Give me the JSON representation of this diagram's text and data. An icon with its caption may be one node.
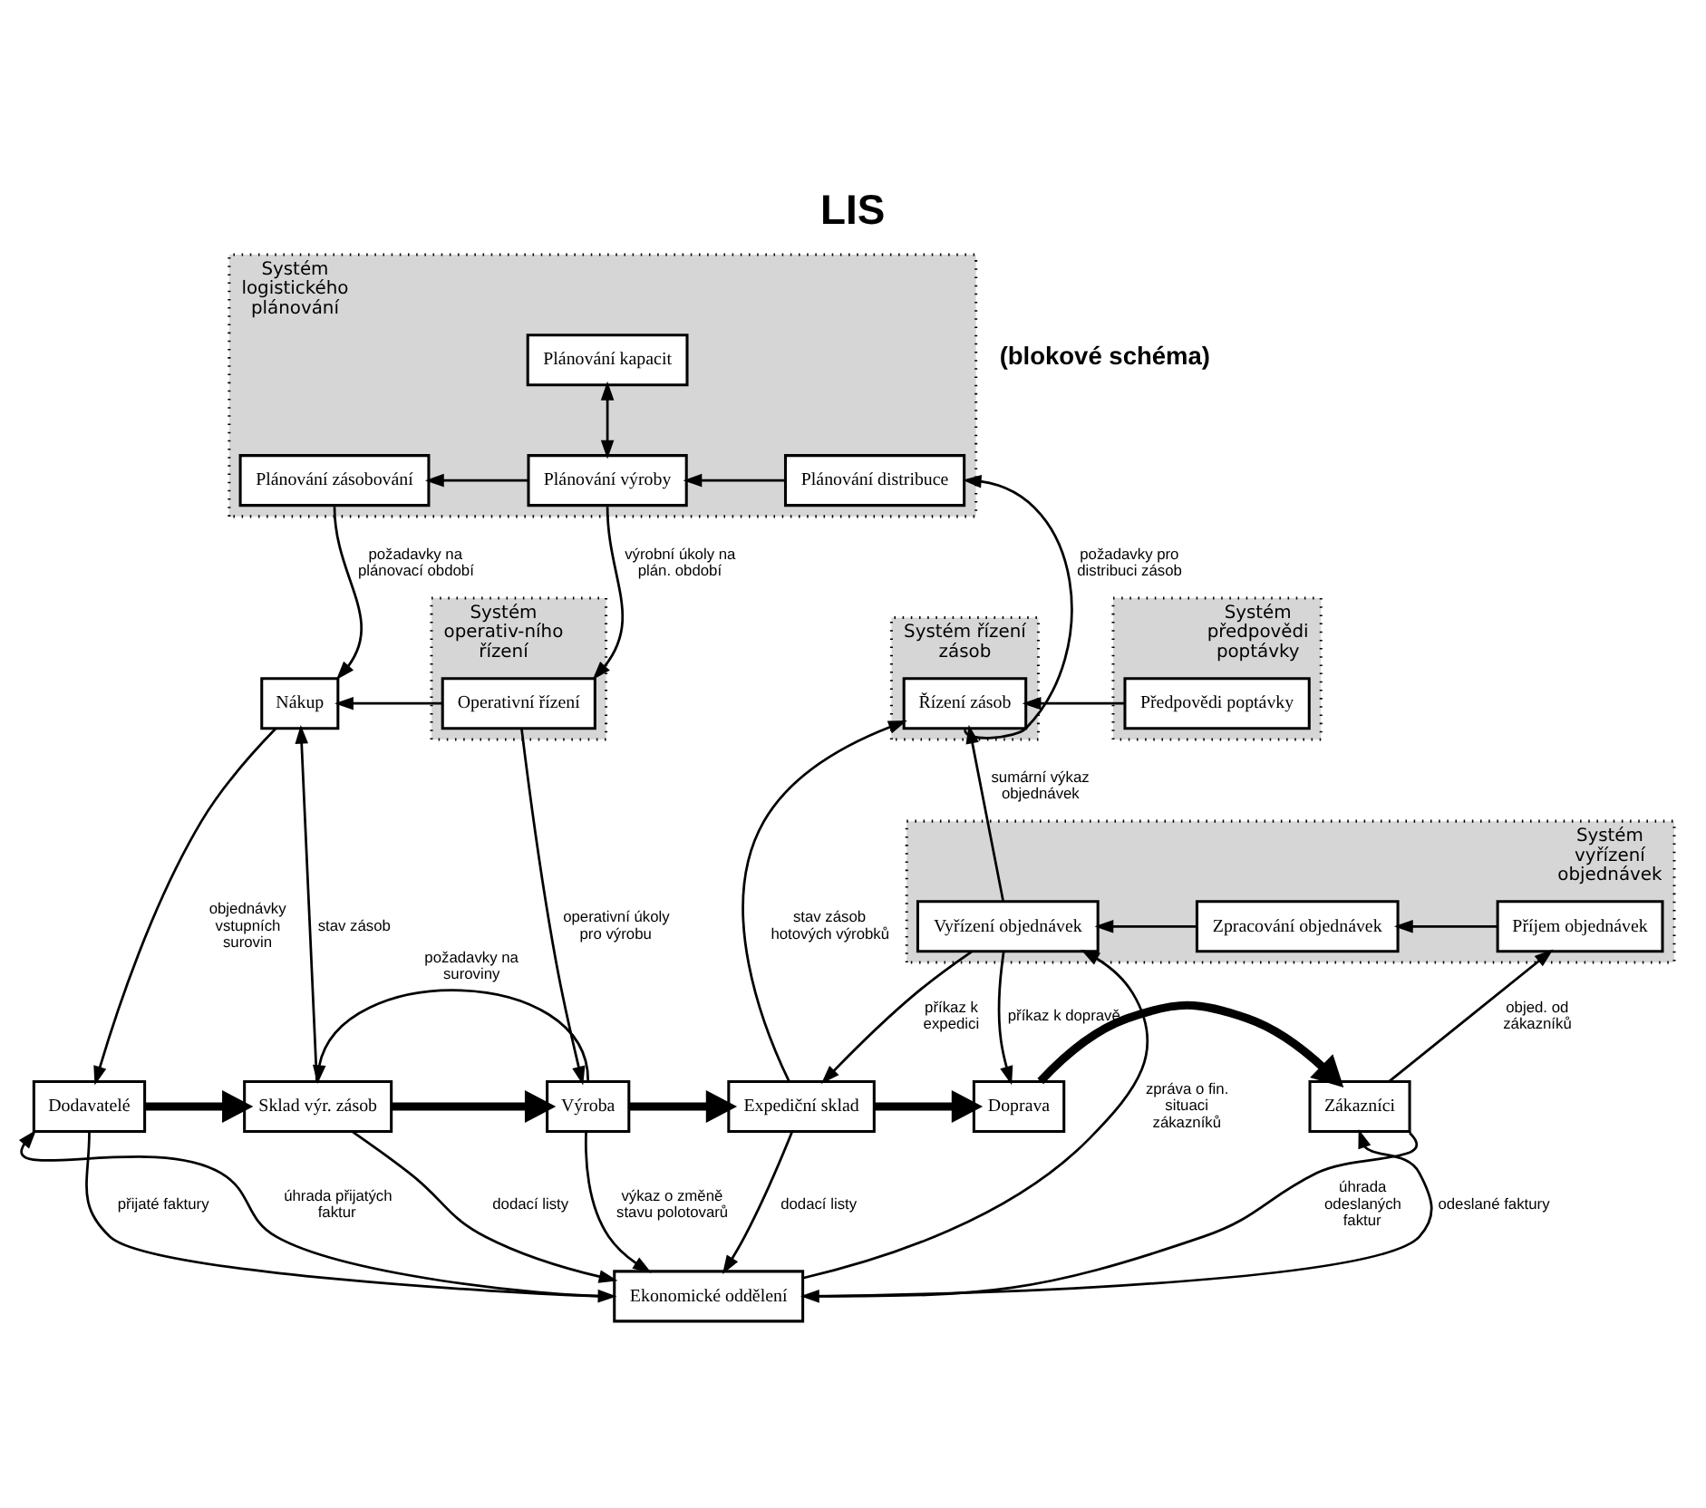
{
  "diagram": {
    "title": "LIS",
    "nodes": [
      {
        "text": [
          "Systém logistického plánování"
        ]
      },
      {
        "text": [
          "Plánování kapacit"
        ],
        "in": 0
      },
      {
        "text": [
          "Plánování zásobování"
        ],
        "in": 0
      },
      {
        "text": [
          "Plánování výroby"
        ],
        "in": 0
      },
      {
        "text": [
          "Plánování distribuce"
        ],
        "in": 0
      },
      {
        "text": [
          "Systém operativ-ního řízení"
        ]
      },
      {
        "text": [
          "Operativní řízení"
        ],
        "in": 5
      },
      {
        "text": [
          "Systém řízení zásob"
        ]
      },
      {
        "text": [
          "Řízení zásob"
        ],
        "in": 7
      },
      {
        "text": [
          "Systém předpovědi poptávky"
        ]
      },
      {
        "text": [
          "Předpovědi poptávky"
        ],
        "in": 9
      },
      {
        "text": [
          "Nákup"
        ]
      },
      {
        "text": [
          "Systém vyřízení objednávek"
        ]
      },
      {
        "text": [
          "Vyřízení objednávek"
        ],
        "in": 12
      },
      {
        "text": [
          "Zpracování objednávek"
        ],
        "in": 12
      },
      {
        "text": [
          "Příjem objednávek"
        ],
        "in": 12
      },
      {
        "text": [
          "Dodavatelé"
        ]
      },
      {
        "text": [
          "Sklad výr. zásob"
        ]
      },
      {
        "text": [
          "Výroba"
        ]
      },
      {
        "text": [
          "Expediční sklad"
        ]
      },
      {
        "text": [
          "Doprava"
        ]
      },
      {
        "text": [
          "Zákazníci"
        ]
      },
      {
        "text": [
          "Ekonomické oddělení"
        ]
      }
    ],
    "edges": [
      {
        "from": 1,
        "to": 3,
        "arrow": "both"
      },
      {
        "from": 3,
        "to": 2,
        "arrow": "to"
      },
      {
        "from": 4,
        "to": 3,
        "arrow": "to"
      },
      {
        "from": 2,
        "to": 11,
        "arrow": "to",
        "label": "požadavky na plánovací období"
      },
      {
        "from": 3,
        "to": 6,
        "arrow": "to",
        "label": "výrobní úkoly na plán. období"
      },
      {
        "from": 8,
        "to": 4,
        "arrow": "to",
        "label": "požadavky pro distribuci zásob"
      },
      {
        "from": 10,
        "to": 8,
        "arrow": "to"
      },
      {
        "from": 6,
        "to": 11,
        "arrow": "to"
      },
      {
        "from": 11,
        "to": 16,
        "arrow": "to",
        "label": "objednávky vstupních surovin"
      },
      {
        "from": 17,
        "to": 11,
        "arrow": "to",
        "label": "stav zásob"
      },
      {
        "from": 6,
        "to": 18,
        "arrow": "to",
        "label": "operativní úkoly pro výrobu"
      },
      {
        "from": 19,
        "to": 8,
        "arrow": "to",
        "label": "stav zásob hotových výrobků"
      },
      {
        "from": 13,
        "to": 8,
        "arrow": "to",
        "label": "sumární výkaz objednávek"
      },
      {
        "from": 14,
        "to": 13,
        "arrow": "to"
      },
      {
        "from": 15,
        "to": 14,
        "arrow": "to"
      },
      {
        "from": 21,
        "to": 15,
        "arrow": "to",
        "label": "objed. od zákazníků"
      },
      {
        "from": 13,
        "to": 19,
        "arrow": "to",
        "label": "příkaz k expedici"
      },
      {
        "from": 13,
        "to": 20,
        "arrow": "to",
        "label": "příkaz k dopravě"
      },
      {
        "from": 22,
        "to": 13,
        "arrow": "to",
        "label": "zpráva o fin. situaci zákazníků"
      },
      {
        "from": 18,
        "to": 17,
        "arrow": "to",
        "label": "požadavky na suroviny"
      },
      {
        "from": 16,
        "to": 17,
        "arrow": "to",
        "style": "thick"
      },
      {
        "from": 17,
        "to": 18,
        "arrow": "to",
        "style": "thick"
      },
      {
        "from": 18,
        "to": 19,
        "arrow": "to",
        "style": "thick"
      },
      {
        "from": 19,
        "to": 20,
        "arrow": "to",
        "style": "thick"
      },
      {
        "from": 20,
        "to": 21,
        "arrow": "to",
        "style": "thick"
      },
      {
        "from": 17,
        "to": 22,
        "arrow": "to",
        "label": "dodací listy"
      },
      {
        "from": 18,
        "to": 22,
        "arrow": "to",
        "label": "výkaz o změně stavu polotovarů"
      },
      {
        "from": 19,
        "to": 22,
        "arrow": "to",
        "label": "dodací listy"
      },
      {
        "from": 16,
        "to": 22,
        "arrow": "to",
        "label": "přijaté faktury"
      },
      {
        "from": 22,
        "to": 16,
        "arrow": "to",
        "label": "úhrada přijatých faktur"
      },
      {
        "from": 22,
        "to": 21,
        "arrow": "to",
        "label": "odeslané faktury"
      },
      {
        "from": 21,
        "to": 22,
        "arrow": "to",
        "label": "úhrada odeslaných faktur"
      }
    ],
    "labels": [
      "(blokové schéma)"
    ]
  }
}
